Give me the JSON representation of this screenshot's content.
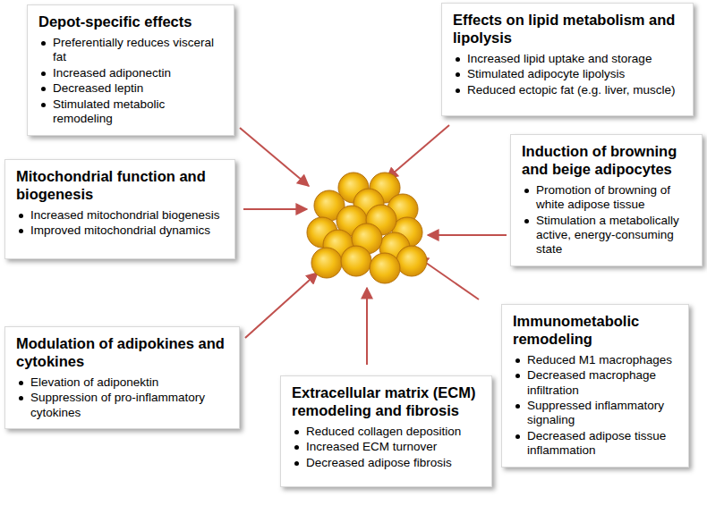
{
  "diagram": {
    "nodes": [
      {
        "text": [
          "Depot-specific effects",
          "Preferentially reduces visceral fat",
          "Increased adiponectin",
          "Decreased leptin",
          "Stimulated metabolic remodeling"
        ]
      },
      {
        "text": [
          "Effects on lipid metabolism and lipolysis",
          "Increased lipid uptake and storage",
          "Stimulated adipocyte lipolysis",
          "Reduced ectopic fat (e.g. liver, muscle)"
        ]
      },
      {
        "text": [
          "Mitochondrial function and biogenesis",
          "Increased mitochondrial biogenesis",
          "Improved mitochondrial dynamics"
        ]
      },
      {
        "text": [
          "Induction of browning and beige adipocytes",
          "Promotion of browning of white adipose tissue",
          "Stimulation a metabolically active, energy-consuming state"
        ]
      },
      {
        "text": [
          "Modulation of adipokines and cytokines",
          "Elevation of adiponektin",
          "Suppression of pro-inflammatory cytokines"
        ]
      },
      {
        "text": [
          "Extracellular matrix (ECM) remodeling and fibrosis",
          "Reduced collagen deposition",
          "Increased ECM turnover",
          "Decreased adipose fibrosis"
        ]
      },
      {
        "text": [
          "Immunometabolic remodeling",
          "Reduced M1 macrophages",
          "Decreased macrophage infiltration",
          "Suppressed inflammatory signaling",
          "Decreased adipose tissue inflammation"
        ]
      }
    ]
  }
}
